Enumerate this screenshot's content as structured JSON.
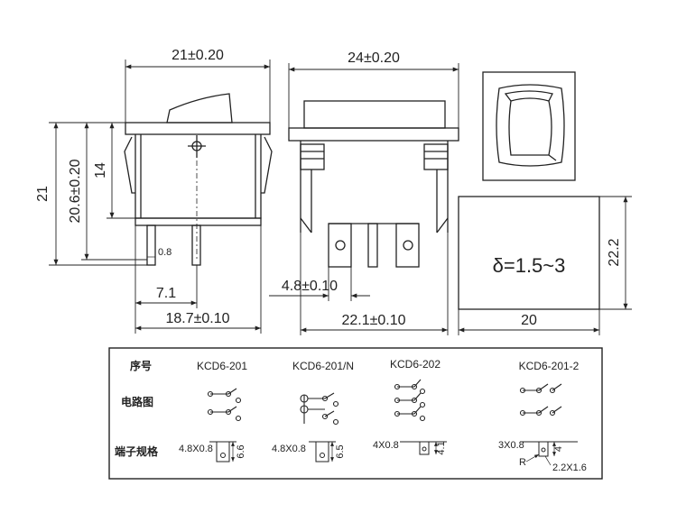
{
  "dimensions": {
    "front_width": "21±0.20",
    "side_width": "24±0.20",
    "total_height": "21",
    "body_height": "20.6±0.20",
    "upper_height": "14",
    "terminal_small": "0.8",
    "terminal_offset": "7.1",
    "front_base": "18.7±0.10",
    "terminal_width": "4.8±0.10",
    "side_base": "22.1±0.10",
    "panel_width": "20",
    "panel_height": "22.2",
    "panel_thickness": "δ=1.5~3"
  },
  "table": {
    "row_labels": [
      "序号",
      "电路图",
      "端子规格"
    ],
    "models": [
      "KCD6-201",
      "KCD6-201/N",
      "KCD6-202",
      "KCD6-201-2"
    ],
    "terminals": [
      {
        "spec": "4.8X0.8",
        "height": "6.6"
      },
      {
        "spec": "4.8X0.8",
        "height": "6.5"
      },
      {
        "spec": "4X0.8",
        "height": "4.1"
      },
      {
        "spec": "3X0.8",
        "height": "4",
        "radius": "R",
        "extra": "2.2X1.6"
      }
    ]
  }
}
